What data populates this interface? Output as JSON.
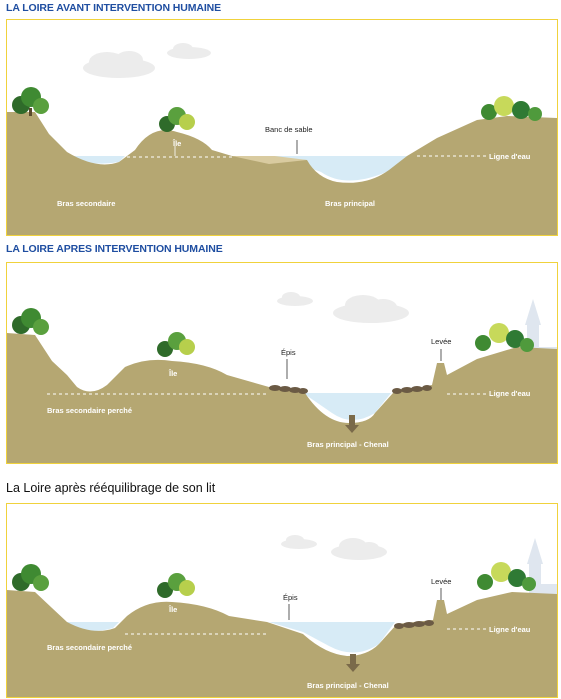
{
  "panels": [
    {
      "title": "LA LOIRE AVANT INTERVENTION HUMAINE",
      "labels": {
        "ile": "Île",
        "banc": "Banc de sable",
        "ligne": "Ligne d'eau",
        "bras_secondaire": "Bras secondaire",
        "bras_principal": "Bras principal"
      }
    },
    {
      "title": "LA LOIRE APRES INTERVENTION HUMAINE",
      "labels": {
        "ile": "Île",
        "epis": "Épis",
        "levee": "Levée",
        "ligne": "Ligne d'eau",
        "bras_secondaire": "Bras secondaire perché",
        "bras_principal": "Bras principal - Chenal"
      }
    },
    {
      "title": "La Loire après rééquilibrage de son lit",
      "labels": {
        "ile": "Île",
        "epis": "Épis",
        "levee": "Levée",
        "ligne": "Ligne d'eau",
        "bras_secondaire": "Bras secondaire perché",
        "bras_principal": "Bras principal - Chenal"
      }
    }
  ],
  "colors": {
    "ground": "#b5a772",
    "ground_top": "#c9bd8c",
    "water": "#d7ebf6",
    "sand": "#d9cba0",
    "title_blue": "#1f4ea1",
    "frame": "#f0d23c"
  }
}
